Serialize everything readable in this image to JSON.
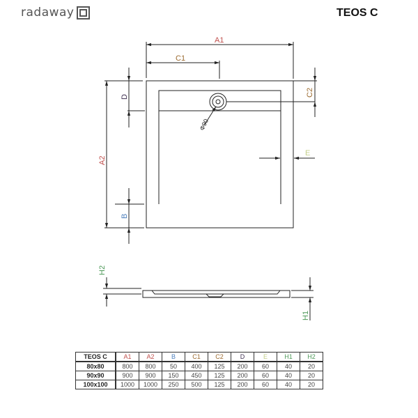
{
  "header": {
    "logo": "radaway",
    "title": "TEOS C"
  },
  "colors": {
    "A": "#c0504d",
    "B": "#4f81bd",
    "C": "#9c6b30",
    "D": "#403152",
    "E": "#c4cf8b",
    "H": "#4f9a5a",
    "line": "#222"
  },
  "drawing": {
    "labels": {
      "A1": "A1",
      "A2": "A2",
      "B": "B",
      "C1": "C1",
      "C2": "C2",
      "D": "D",
      "E": "E",
      "H1": "H1",
      "H2": "H2",
      "drain": "Φ90"
    }
  },
  "table": {
    "headers": [
      "TEOS C",
      "A1",
      "A2",
      "B",
      "C1",
      "C2",
      "D",
      "E",
      "H1",
      "H2"
    ],
    "rows": [
      [
        "80x80",
        "800",
        "800",
        "50",
        "400",
        "125",
        "200",
        "60",
        "40",
        "20"
      ],
      [
        "90x90",
        "900",
        "900",
        "150",
        "450",
        "125",
        "200",
        "60",
        "40",
        "20"
      ],
      [
        "100x100",
        "1000",
        "1000",
        "250",
        "500",
        "125",
        "200",
        "60",
        "40",
        "20"
      ]
    ]
  }
}
